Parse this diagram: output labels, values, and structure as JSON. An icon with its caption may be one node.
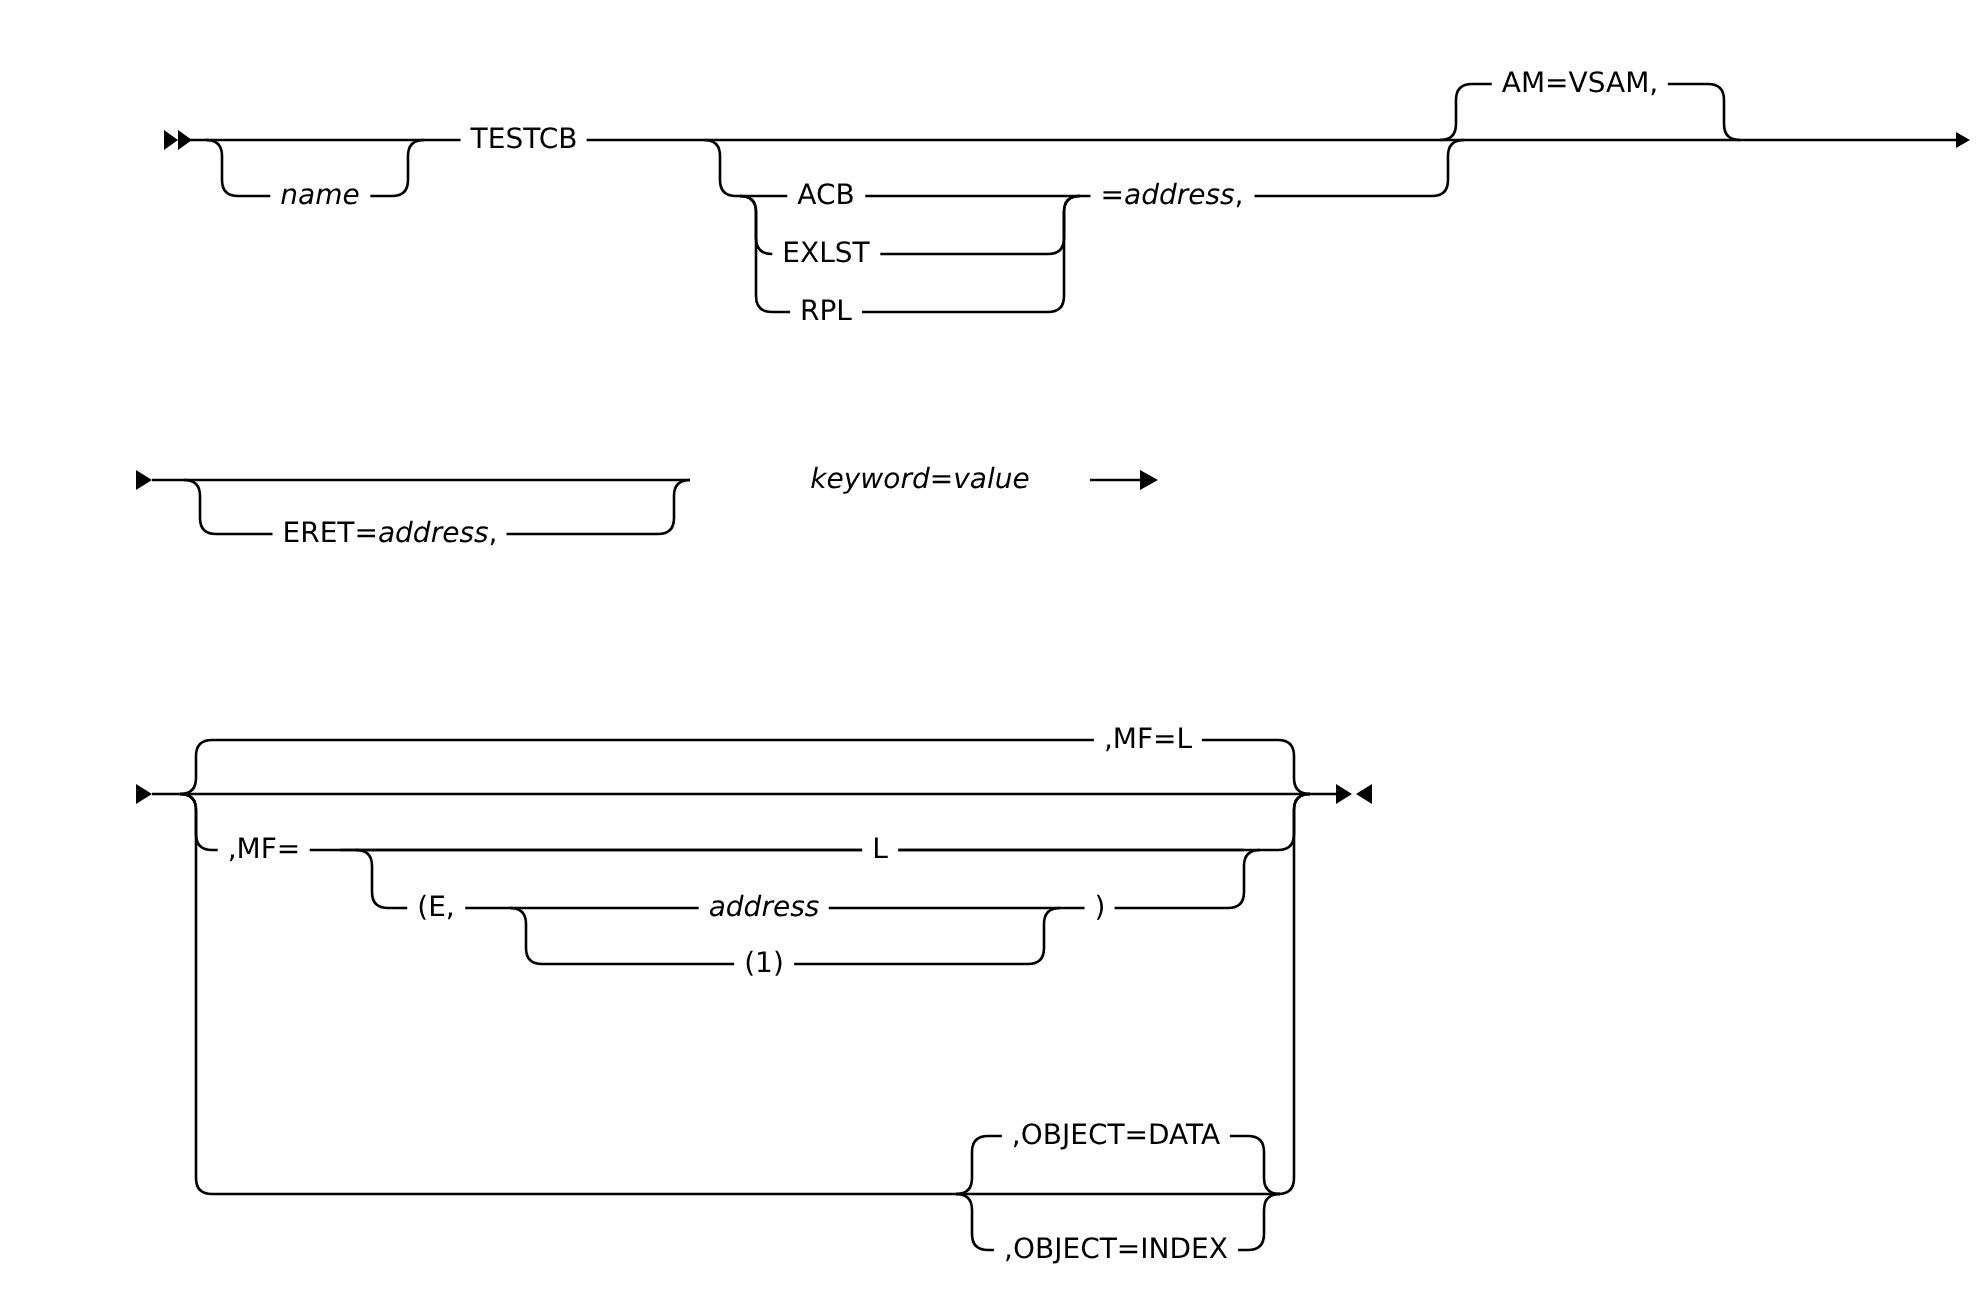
{
  "diagram": {
    "labels": [
      "name",
      "TESTCB",
      "ACB",
      "EXLST",
      "RPL",
      "=*address*,",
      "AM=VSAM,",
      "ERET=*address*,",
      "*keyword*=*value*",
      ",MF=L",
      ",MF=",
      "L",
      "(E,",
      "address",
      ")",
      "(1)",
      ",OBJECT=DATA",
      ",OBJECT=INDEX"
    ]
  }
}
